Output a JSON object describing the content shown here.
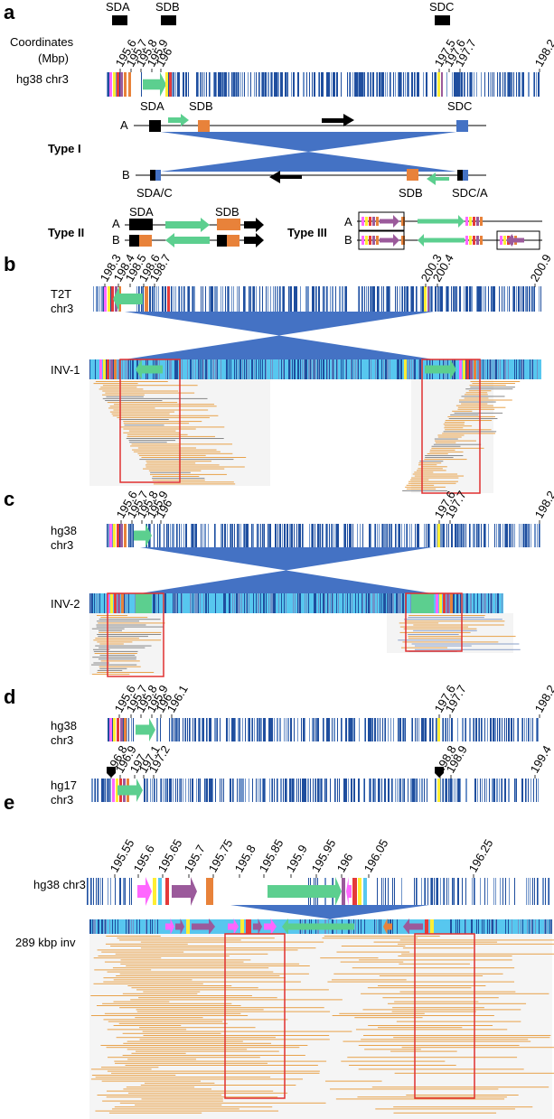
{
  "panels": {
    "a": "a",
    "b": "b",
    "c": "c",
    "d": "d",
    "e": "e"
  },
  "a": {
    "sd_labels": [
      "SDA",
      "SDB",
      "SDC"
    ],
    "coord_title_1": "Coordinates",
    "coord_title_2": "(Mbp)",
    "ticks": [
      "195.6",
      "195.7",
      "195.8",
      "195.9",
      "196",
      "197.5",
      "197.6",
      "197.7",
      "198.2"
    ],
    "track": "hg38 chr3",
    "hapA": "A",
    "hapB": "B",
    "hapA_labels": [
      "SDA",
      "SDB",
      "SDC"
    ],
    "hapB_labels": [
      "SDA/C",
      "SDB",
      "SDC/A"
    ],
    "type1": "Type I",
    "type2": "Type II",
    "type3": "Type III",
    "type2_labels": [
      "SDA",
      "SDB"
    ],
    "small_A": "A",
    "small_B": "B"
  },
  "b": {
    "ticks": [
      "198.3",
      "198.4",
      "198.5",
      "198.6",
      "198.7",
      "200.3",
      "200.4",
      "200.9"
    ],
    "track1": "T2T",
    "track2": "chr3",
    "inv": "INV-1"
  },
  "c": {
    "ticks": [
      "195.6",
      "195.7",
      "195.8",
      "195.9",
      "196",
      "197.6",
      "197.7",
      "198.2"
    ],
    "track1": "hg38",
    "track2": "chr3",
    "inv": "INV-2"
  },
  "d": {
    "ticks_top": [
      "195.6",
      "195.7",
      "195.8",
      "195.9",
      "196",
      "196.1",
      "197.6",
      "197.7",
      "198.2"
    ],
    "ticks_bottom": [
      "196.8",
      "196.9",
      "197",
      "197.1",
      "197.2",
      "198.8",
      "198.9",
      "199.4"
    ],
    "track_top1": "hg38",
    "track_top2": "chr3",
    "track_bot1": "hg17",
    "track_bot2": "chr3"
  },
  "e": {
    "ticks": [
      "195.55",
      "195.6",
      "195.65",
      "195.7",
      "195.75",
      "195.8",
      "195.85",
      "195.9",
      "195.95",
      "196",
      "196.05",
      "196.25"
    ],
    "track": "hg38 chr3",
    "inv": "289 kbp inv"
  },
  "colors": {
    "navy": "#1f4e9e",
    "inversion": "#4472c4",
    "green": "#5ccf8f",
    "orange": "#e8823a",
    "magenta": "#ff66ff",
    "purple": "#9b5a9b",
    "yellow": "#ffee33",
    "red": "#e53a3a",
    "sky": "#57c7ef",
    "box": "#e03030",
    "reads": "#e8a24a"
  }
}
